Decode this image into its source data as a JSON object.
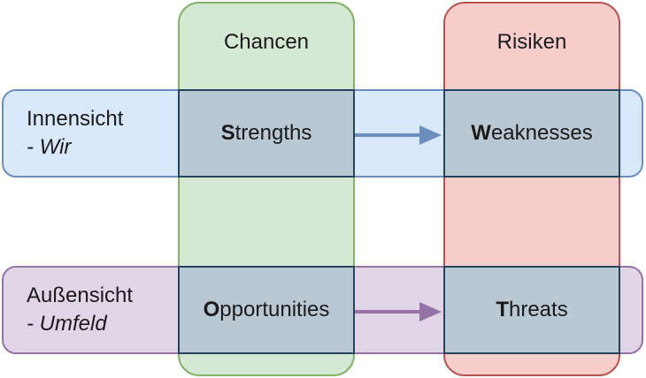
{
  "columns": {
    "left": {
      "label": "Chancen",
      "color": "#d5e8d4",
      "border": "#82b366"
    },
    "right": {
      "label": "Risiken",
      "color": "#f8cecc",
      "border": "#b85450"
    }
  },
  "rows": {
    "top": {
      "label": "Innensicht",
      "sublabel": "- Wir",
      "color": "#dae8fc",
      "border": "#6c8ebf"
    },
    "bottom": {
      "label": "Außensicht",
      "sublabel": "- Umfeld",
      "color": "#e1d5e7",
      "border": "#9673a6"
    }
  },
  "cells": {
    "strengths": {
      "initial": "S",
      "rest": "trengths"
    },
    "weaknesses": {
      "initial": "W",
      "rest": "eaknesses"
    },
    "opportunities": {
      "initial": "O",
      "rest": "pportunities"
    },
    "threats": {
      "initial": "T",
      "rest": "hreats"
    }
  },
  "cell_color": "#bac8d3",
  "cell_border": "#23445d",
  "arrows": {
    "top": {
      "from": "strengths",
      "to": "weaknesses",
      "color": "#6c8ebf"
    },
    "bottom": {
      "from": "opportunities",
      "to": "threats",
      "color": "#9673a6"
    }
  }
}
